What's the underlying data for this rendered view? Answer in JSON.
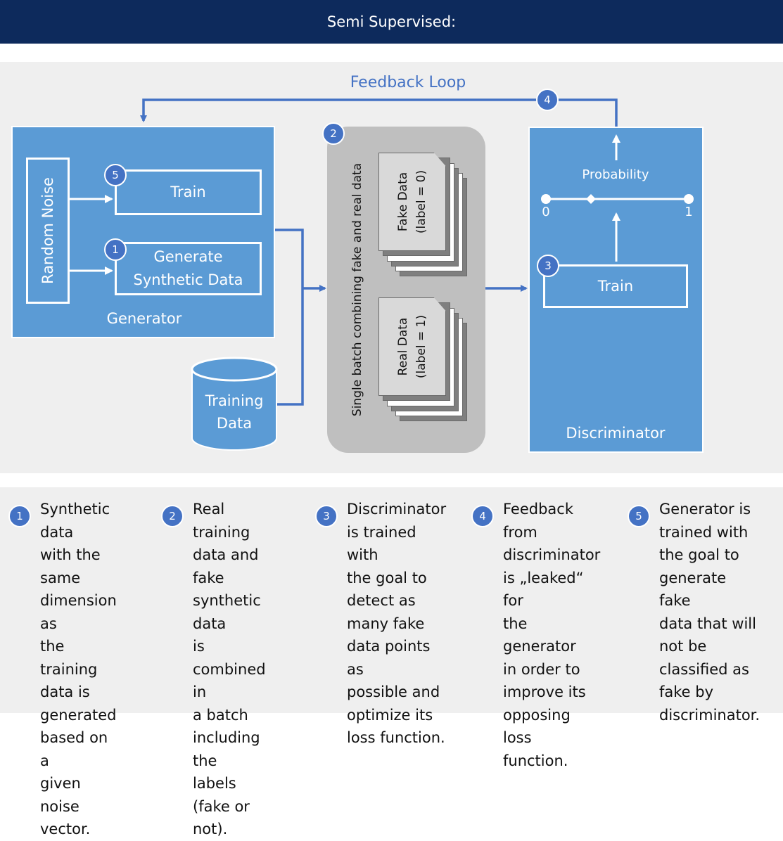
{
  "header": {
    "title": "Semi Supervised:"
  },
  "diagram": {
    "feedback_label": "Feedback Loop",
    "generator": {
      "label": "Generator",
      "noise_label": "Random Noise",
      "train_label": "Train",
      "generate_label": "Generate Synthetic Data"
    },
    "training_data": {
      "line1": "Training",
      "line2": "Data"
    },
    "batch": {
      "label": "Single batch combining fake and real data",
      "fake_line1": "Fake Data",
      "fake_line2": "(label = 0)",
      "real_line1": "Real Data",
      "real_line2": "(label = 1)"
    },
    "discriminator": {
      "label": "Discriminator",
      "probability_label": "Probability",
      "scale_min": "0",
      "scale_max": "1",
      "train_label": "Train"
    },
    "badges": {
      "b1": "1",
      "b2": "2",
      "b3": "3",
      "b4": "4",
      "b5": "5"
    },
    "colors": {
      "header": "#0d2a5c",
      "block": "#5b9bd5",
      "accent": "#4472c4",
      "batch": "#bfbfbf",
      "panel": "#efefef"
    }
  },
  "legend": [
    {
      "num": "1",
      "lines": [
        "Synthetic data",
        "with the same",
        "dimension as",
        "the training",
        "data is",
        "generated",
        "based on a",
        "given noise",
        "vector."
      ]
    },
    {
      "num": "2",
      "lines": [
        "Real training",
        "data and fake",
        "synthetic data",
        "is combined in",
        "a batch",
        "including the",
        "labels (fake or",
        "not)."
      ]
    },
    {
      "num": "3",
      "lines": [
        "Discriminator",
        "is trained with",
        "the goal to",
        "detect as",
        "many fake",
        "data points as",
        "possible and",
        "optimize its",
        "loss function."
      ]
    },
    {
      "num": "4",
      "lines": [
        "Feedback from",
        "discriminator",
        "is „leaked“ for",
        "the generator",
        "in order to",
        "improve its",
        "opposing loss",
        "function."
      ]
    },
    {
      "num": "5",
      "lines": [
        "Generator is",
        "trained with",
        "the goal to",
        "generate fake",
        "data that will",
        "not be",
        "classified as",
        "fake by",
        "discriminator."
      ]
    }
  ]
}
